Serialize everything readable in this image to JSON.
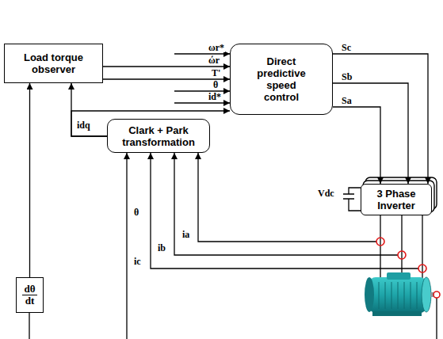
{
  "diagram": {
    "nodes": [
      {
        "text": [
          "Load torque observer"
        ]
      },
      {
        "text": [
          "Direct predictive speed control"
        ]
      },
      {
        "text": [
          "Clark + Park transformation"
        ]
      },
      {
        "text": [
          "3 Phase Inverter"
        ]
      },
      {
        "text": [
          "dθ",
          "dt"
        ]
      }
    ],
    "edges": [
      {
        "from": 0,
        "to": 1,
        "arrow": "to",
        "label": "ώr"
      },
      {
        "from": 0,
        "to": 1,
        "arrow": "to",
        "label": "T'"
      },
      {
        "from": 2,
        "to": 0,
        "arrow": "to",
        "label": "idq"
      },
      {
        "from": 2,
        "to": 1,
        "arrow": "to"
      },
      {
        "from": 1,
        "to": 3,
        "arrow": "to",
        "label": "Sc"
      },
      {
        "from": 1,
        "to": 3,
        "arrow": "to",
        "label": "Sb"
      },
      {
        "from": 1,
        "to": 3,
        "arrow": "to",
        "label": "Sa"
      },
      {
        "from": 4,
        "to": 0,
        "arrow": "to"
      }
    ],
    "labels": [
      "ωr*",
      "θ",
      "id*",
      "Vdc",
      "ia",
      "ib",
      "ic",
      "θ"
    ]
  }
}
